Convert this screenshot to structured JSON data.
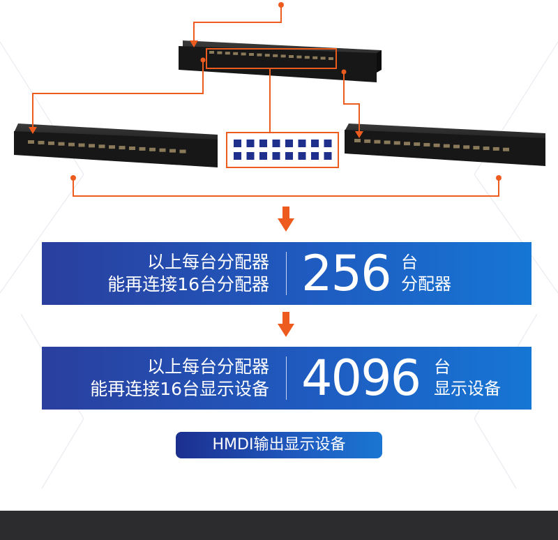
{
  "colors": {
    "accent": "#ee5b1e",
    "banner_start": "#2a3f9e",
    "banner_end": "#1676d4",
    "port_blue": "#1e2f8c",
    "device_body": "#1b1b1b"
  },
  "banner1": {
    "line1": "以上每台分配器",
    "line2": "能再连接16台分配器",
    "number": "256",
    "unit1": "台",
    "unit2": "分配器"
  },
  "banner2": {
    "line1": "以上每台分配器",
    "line2": "能再连接16台显示设备",
    "number": "4096",
    "unit1": "台",
    "unit2": "显示设备"
  },
  "output_label": "HMDI输出显示设备"
}
